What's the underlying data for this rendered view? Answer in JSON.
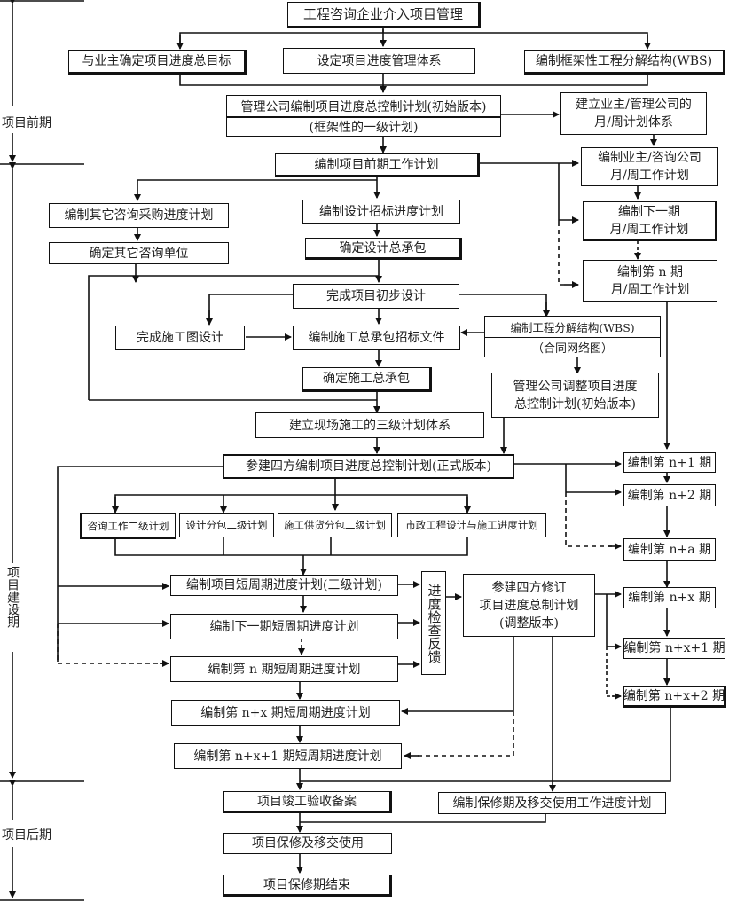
{
  "phases": {
    "pre": "项目前期",
    "construction": "项目建设期",
    "post": "项目后期"
  },
  "nodes": {
    "top": "工程咨询企业介入项目管理",
    "goal": "与业主确定项目进度总目标",
    "system": "设定项目进度管理体系",
    "wbs_frame": "编制框架性工程分解结构(WBS)",
    "master_plan": {
      "line1": "管理公司编制项目进度总控制计划(初始版本)",
      "line2": "(框架性的一级计划)"
    },
    "monthly_system": {
      "line1": "建立业主/管理公司的",
      "line2": "月/周计划体系"
    },
    "pre_work_plan": "编制项目前期工作计划",
    "owner_monthly": {
      "line1": "编制业主/咨询公司",
      "line2": "月/周工作计划"
    },
    "next_monthly": {
      "line1": "编制下一期",
      "line2": "月/周工作计划"
    },
    "nth_monthly": {
      "line1": "编制第 n 期",
      "line2": "月/周工作计划"
    },
    "other_procure": "编制其它咨询采购进度计划",
    "other_unit": "确定其它咨询单位",
    "design_bid": "编制设计招标进度计划",
    "design_contractor": "确定设计总承包",
    "prelim_design": "完成项目初步设计",
    "construction_drawing": "完成施工图设计",
    "construction_bid_doc": "编制施工总承包招标文件",
    "wbs_contract": {
      "line1": "编制工程分解结构(WBS)",
      "line2": "（合同网络图）"
    },
    "construction_contractor": "确定施工总承包",
    "adjust_master": {
      "line1": "管理公司调整项目进度",
      "line2": "总控制计划(初始版本)"
    },
    "three_level": "建立现场施工的三级计划体系",
    "formal_master": "参建四方编制项目进度总控制计划(正式版本)",
    "level2": [
      "咨询工作二级计划",
      "设计分包二级计划",
      "施工供货分包二级计划",
      "市政工程设计与施工进度计划"
    ],
    "short_plans": [
      "编制项目短周期进度计划(三级计划)",
      "编制下一期短周期进度计划",
      "编制第 n 期短周期进度计划",
      "编制第 n+x 期短周期进度计划",
      "编制第 n+x+1 期短周期进度计划"
    ],
    "feedback": "进度检查反馈",
    "revised_master": {
      "line1": "参建四方修订",
      "line2": "项目进度总制计划",
      "line3": "(调整版本)"
    },
    "period_n1": "编制第 n+1 期",
    "period_n2": "编制第 n+2 期",
    "period_na": "编制第 n+a 期",
    "period_nx": "编制第 n+x 期",
    "period_nx1": "编制第 n+x+1 期",
    "period_nx2": "编制第 n+x+2 期",
    "completion": "项目竣工验收备案",
    "warranty_plan": "编制保修期及移交使用工作进度计划",
    "warranty_handover": "项目保修及移交使用",
    "warranty_end": "项目保修期结束"
  }
}
